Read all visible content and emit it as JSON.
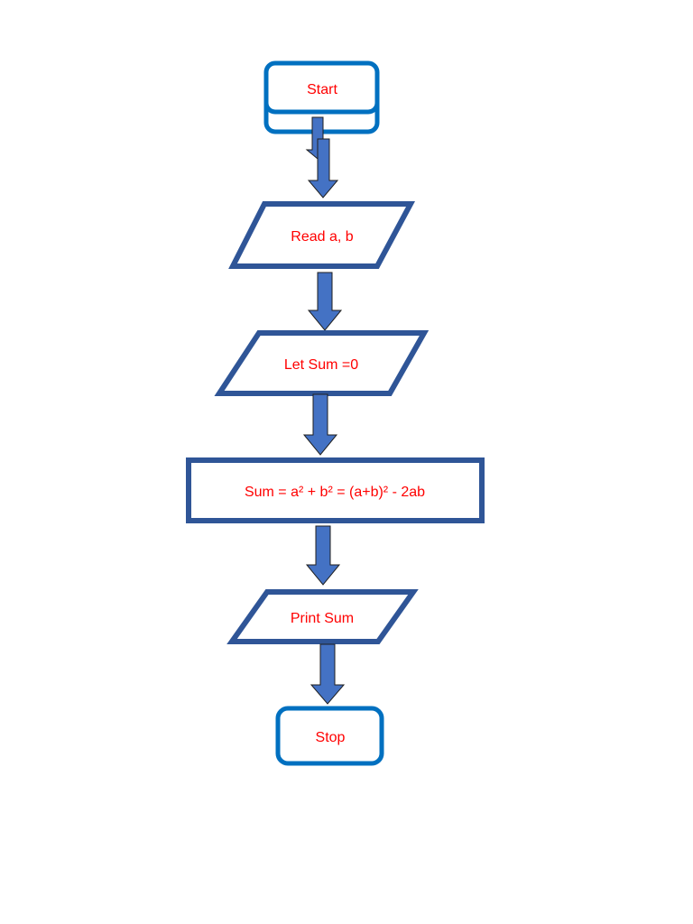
{
  "flowchart": {
    "nodes": {
      "start": "Start",
      "read": "Read a, b",
      "init": "Let Sum =0",
      "compute": "Sum = a² + b² = (a+b)² - 2ab",
      "print": "Print Sum",
      "stop": "Stop"
    },
    "colors": {
      "terminal_border": "#0070C0",
      "shape_border": "#2F5597",
      "arrow_fill": "#4472C4",
      "arrow_stroke": "#1F1F1F",
      "text": "#FF0000",
      "background": "#FFFFFF"
    }
  }
}
